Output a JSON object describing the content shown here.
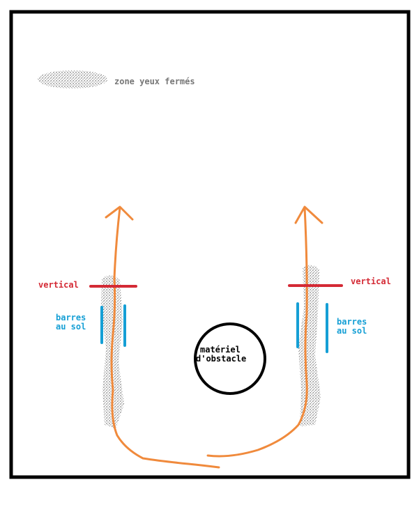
{
  "legend": {
    "zone_label": "zone yeux fermés"
  },
  "labels": {
    "vertical_left": "vertical",
    "vertical_right": "vertical",
    "bars_left": [
      "barres",
      "au sol"
    ],
    "bars_right": [
      "barres",
      "au sol"
    ],
    "obstacle": [
      "matériel",
      "d'obstacle"
    ]
  },
  "colors": {
    "path": "#f08a3c",
    "vertical": "#d42a35",
    "bars": "#159fd5",
    "zone": "#8a8a8a",
    "frame": "#000000"
  }
}
